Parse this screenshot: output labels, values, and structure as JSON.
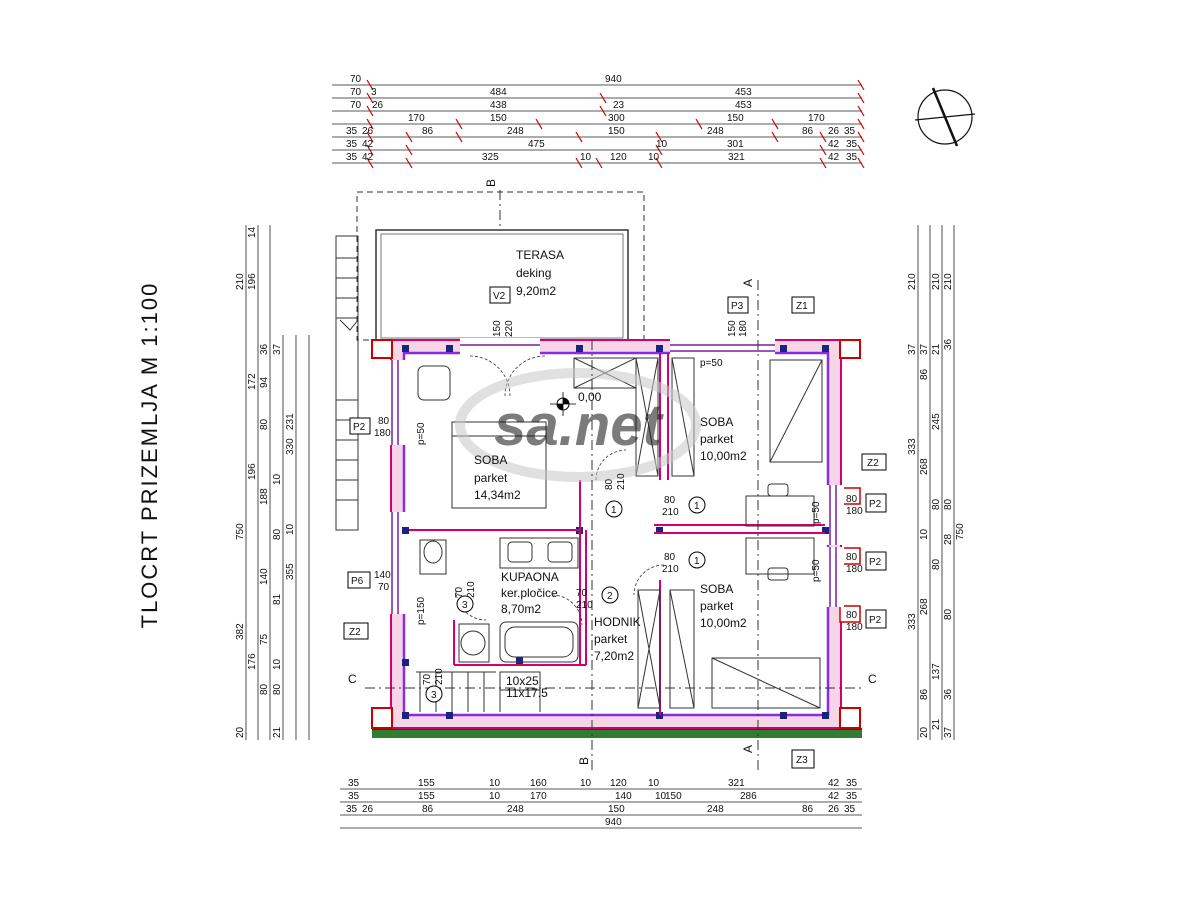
{
  "title": "TLOCRT PRIZEMLJA M 1:100",
  "watermark": "sa.net",
  "colors": {
    "wall": "#d4006f",
    "insulation": "#8a2be2",
    "thermal": "#e91e63",
    "column": "#1a237e",
    "grass": "#2e7d32",
    "watermark": "#c8c8c8",
    "window": "#7b1fa2"
  },
  "rooms": {
    "terasa": {
      "name": "TERASA",
      "floor": "deking",
      "area": "9,20m2"
    },
    "soba1": {
      "name": "SOBA",
      "floor": "parket",
      "area": "14,34m2"
    },
    "soba2": {
      "name": "SOBA",
      "floor": "parket",
      "area": "10,00m2"
    },
    "soba3": {
      "name": "SOBA",
      "floor": "parket",
      "area": "10,00m2"
    },
    "kupaona": {
      "name": "KUPAONA",
      "floor": "ker.pločice",
      "area": "8,70m2"
    },
    "hodnik": {
      "name": "HODNIK",
      "floor": "parket",
      "area": "7,20m2"
    }
  },
  "level": "0,00",
  "stairs": [
    "10x25",
    "11x17.5"
  ],
  "sections": {
    "a": "A",
    "b": "B",
    "c": "C"
  },
  "window_tags": {
    "v2": "V2",
    "p3": "P3",
    "p2": "P2",
    "p6": "P6",
    "z1": "Z1",
    "z2": "Z2",
    "z3": "Z3"
  },
  "door_numbers": {
    "d1": "1",
    "d2": "2",
    "d3": "3"
  },
  "openings": {
    "v2_w": "150",
    "v2_h": "220",
    "p3_w": "150",
    "p3_h": "180",
    "p2_w": "80",
    "p2_h": "180",
    "p6_w": "140",
    "p6_h": "70",
    "door1_w": "80",
    "door1_h": "210",
    "door2_w": "70",
    "door2_h": "210",
    "door3_w": "70",
    "door3_h": "210",
    "soba_door_w": "80",
    "soba_door_h": "210",
    "parapet": "p=50",
    "parapet150": "p=150"
  },
  "dims_top": [
    [
      "70",
      "940"
    ],
    [
      "70",
      "3",
      "484",
      "453"
    ],
    [
      "70",
      "26",
      "438",
      "23",
      "453"
    ],
    [
      "170",
      "150",
      "300",
      "150",
      "170"
    ],
    [
      "35",
      "26",
      "86",
      "248",
      "150",
      "248",
      "86",
      "26",
      "35"
    ],
    [
      "35",
      "42",
      "475",
      "10",
      "301",
      "42",
      "35"
    ],
    [
      "35",
      "42",
      "325",
      "10",
      "120",
      "10",
      "321",
      "42",
      "35"
    ]
  ],
  "dims_bottom": [
    [
      "35",
      "155",
      "10",
      "160",
      "10",
      "120",
      "10",
      "321",
      "42",
      "35"
    ],
    [
      "35",
      "155",
      "10",
      "170",
      "140",
      "10",
      "150",
      "286",
      "42",
      "35"
    ],
    [
      "35",
      "26",
      "86",
      "248",
      "150",
      "248",
      "86",
      "26",
      "35"
    ],
    [
      "940"
    ]
  ],
  "dims_left": [
    [
      "750"
    ],
    [
      "210",
      "382",
      "20",
      "21"
    ],
    [
      "196",
      "14",
      "172",
      "196",
      "176",
      "36"
    ],
    [
      "36",
      "94",
      "80",
      "188",
      "140",
      "75",
      "80",
      "37"
    ],
    [
      "37",
      "231",
      "330",
      "10",
      "80",
      "81",
      "10",
      "80",
      "21"
    ],
    [
      "10",
      "355"
    ]
  ],
  "dims_right": [
    [
      "210",
      "333",
      "333",
      "750",
      "37"
    ],
    [
      "37",
      "86",
      "268",
      "10",
      "268",
      "86",
      "20"
    ],
    [
      "210",
      "21",
      "245",
      "80",
      "80",
      "137",
      "21"
    ],
    [
      "210",
      "36",
      "80",
      "28",
      "80",
      "36",
      "37"
    ]
  ]
}
